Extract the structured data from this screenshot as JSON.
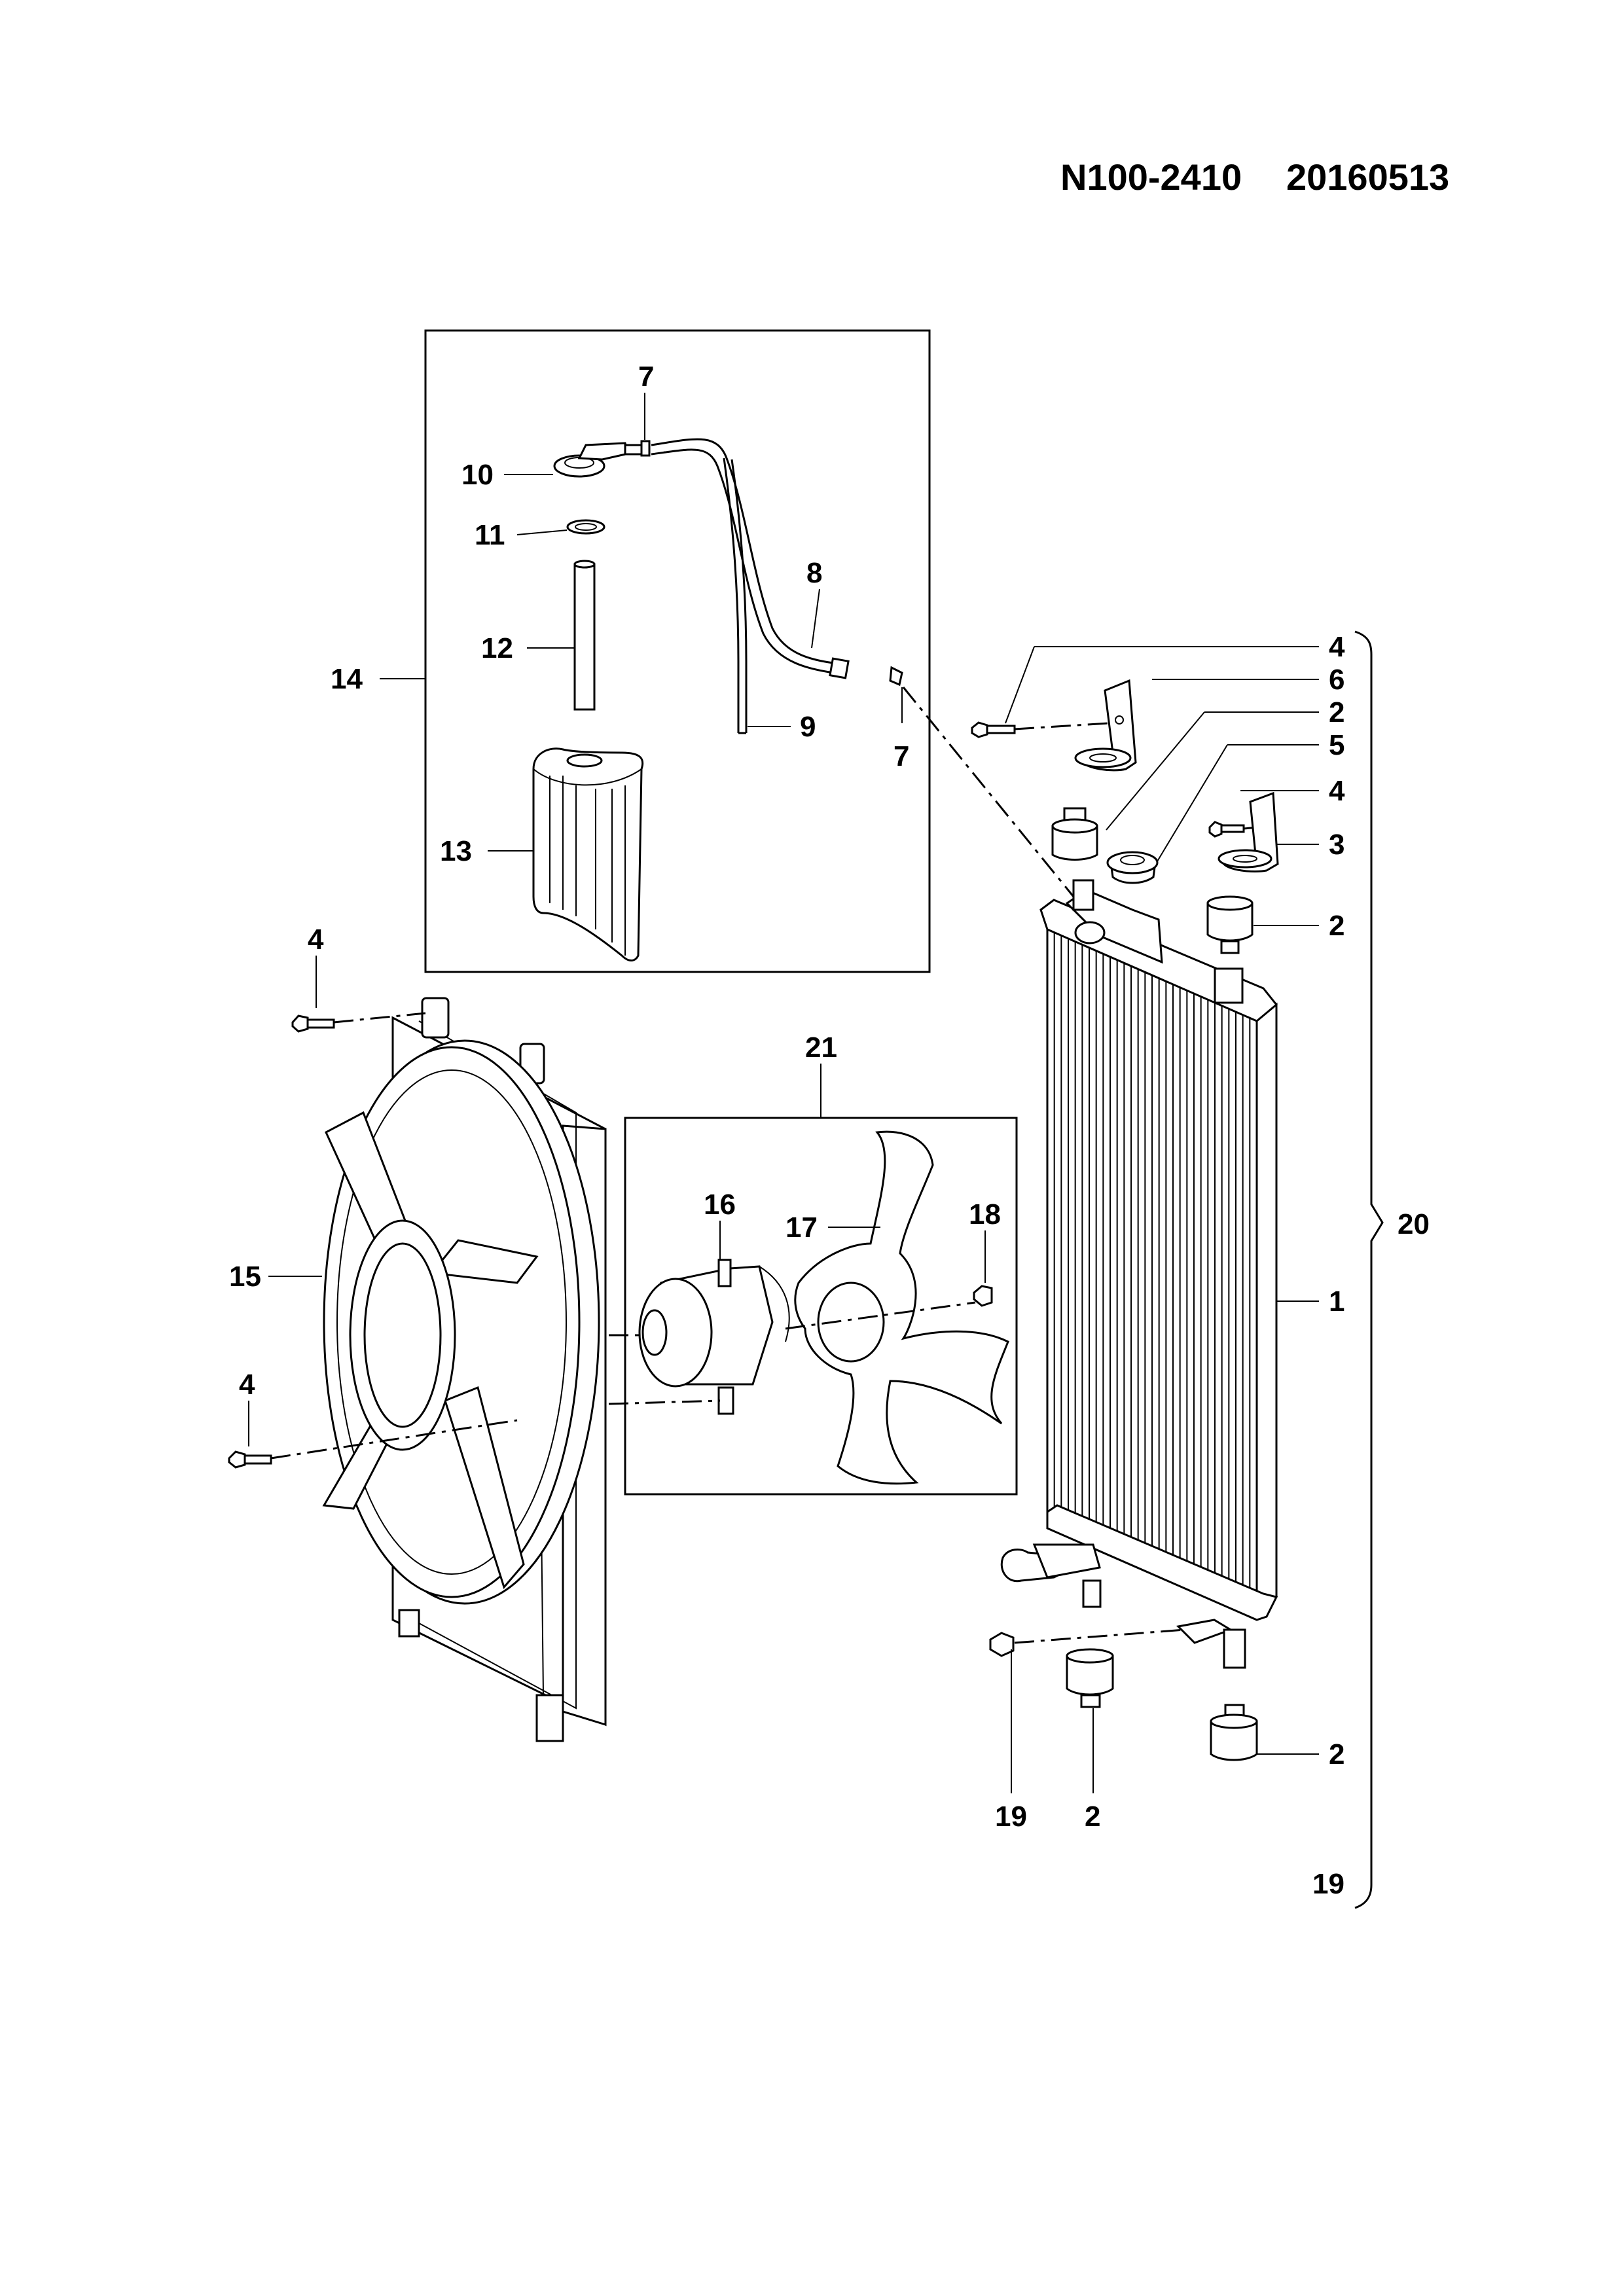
{
  "header": {
    "drawing_number": "N100-2410",
    "date_code": "20160513"
  },
  "callouts": [
    {
      "id": "c7a",
      "text": "7"
    },
    {
      "id": "c10",
      "text": "10"
    },
    {
      "id": "c11",
      "text": "11"
    },
    {
      "id": "c8",
      "text": "8"
    },
    {
      "id": "c12",
      "text": "12"
    },
    {
      "id": "c14",
      "text": "14"
    },
    {
      "id": "c9",
      "text": "9"
    },
    {
      "id": "c7b",
      "text": "7"
    },
    {
      "id": "c13",
      "text": "13"
    },
    {
      "id": "c4a",
      "text": "4"
    },
    {
      "id": "c6",
      "text": "6"
    },
    {
      "id": "c2a",
      "text": "2"
    },
    {
      "id": "c5",
      "text": "5"
    },
    {
      "id": "c4b",
      "text": "4"
    },
    {
      "id": "c3",
      "text": "3"
    },
    {
      "id": "c2b",
      "text": "2"
    },
    {
      "id": "c4c",
      "text": "4"
    },
    {
      "id": "c21",
      "text": "21"
    },
    {
      "id": "c17",
      "text": "17"
    },
    {
      "id": "c18",
      "text": "18"
    },
    {
      "id": "c16",
      "text": "16"
    },
    {
      "id": "c20",
      "text": "20"
    },
    {
      "id": "c15",
      "text": "15"
    },
    {
      "id": "c1",
      "text": "1"
    },
    {
      "id": "c4d",
      "text": "4"
    },
    {
      "id": "c19a",
      "text": "19"
    },
    {
      "id": "c2c",
      "text": "2"
    },
    {
      "id": "c2d",
      "text": "2"
    },
    {
      "id": "c19b",
      "text": "19"
    }
  ]
}
